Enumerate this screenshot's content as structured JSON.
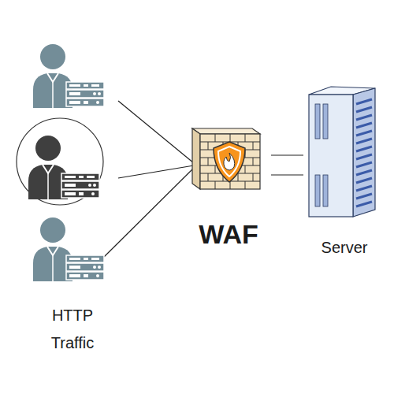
{
  "diagram": {
    "nodes": [
      {
        "text": [
          "WAF"
        ]
      },
      {
        "text": [
          "Server"
        ]
      }
    ],
    "edges": [
      {
        "from": 0,
        "to": 1,
        "arrow": "none"
      },
      {
        "from": 0,
        "to": 1,
        "arrow": "none"
      }
    ],
    "labels": [
      "HTTP Traffic"
    ]
  }
}
